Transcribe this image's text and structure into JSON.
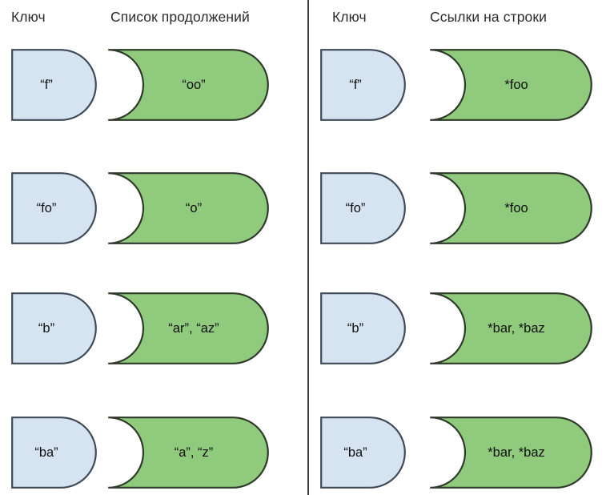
{
  "diagram": {
    "type": "trie-table-comparison",
    "colors": {
      "key_fill": "#d6e4f2",
      "key_stroke": "#3f4a57",
      "value_fill": "#8fca7d",
      "value_stroke": "#2f3a2a",
      "divider": "#3a3f45",
      "text": "#111111",
      "header_text": "#2b2b2b"
    },
    "panels": [
      {
        "id": "left",
        "headers": {
          "key": "Ключ",
          "value": "Список продолжений"
        },
        "rows": [
          {
            "key": "“f”",
            "value": "“oo”"
          },
          {
            "key": "“fo”",
            "value": "“o”"
          },
          {
            "key": "“b”",
            "value": "“ar”, “az”"
          },
          {
            "key": "“ba”",
            "value": "“a”, “z”"
          }
        ]
      },
      {
        "id": "right",
        "headers": {
          "key": "Ключ",
          "value": "Ссылки на строки"
        },
        "rows": [
          {
            "key": "“f”",
            "value": "*foo"
          },
          {
            "key": "“fo”",
            "value": "*foo"
          },
          {
            "key": "“b”",
            "value": "*bar, *baz"
          },
          {
            "key": "“ba”",
            "value": "*bar, *baz"
          }
        ]
      }
    ]
  }
}
